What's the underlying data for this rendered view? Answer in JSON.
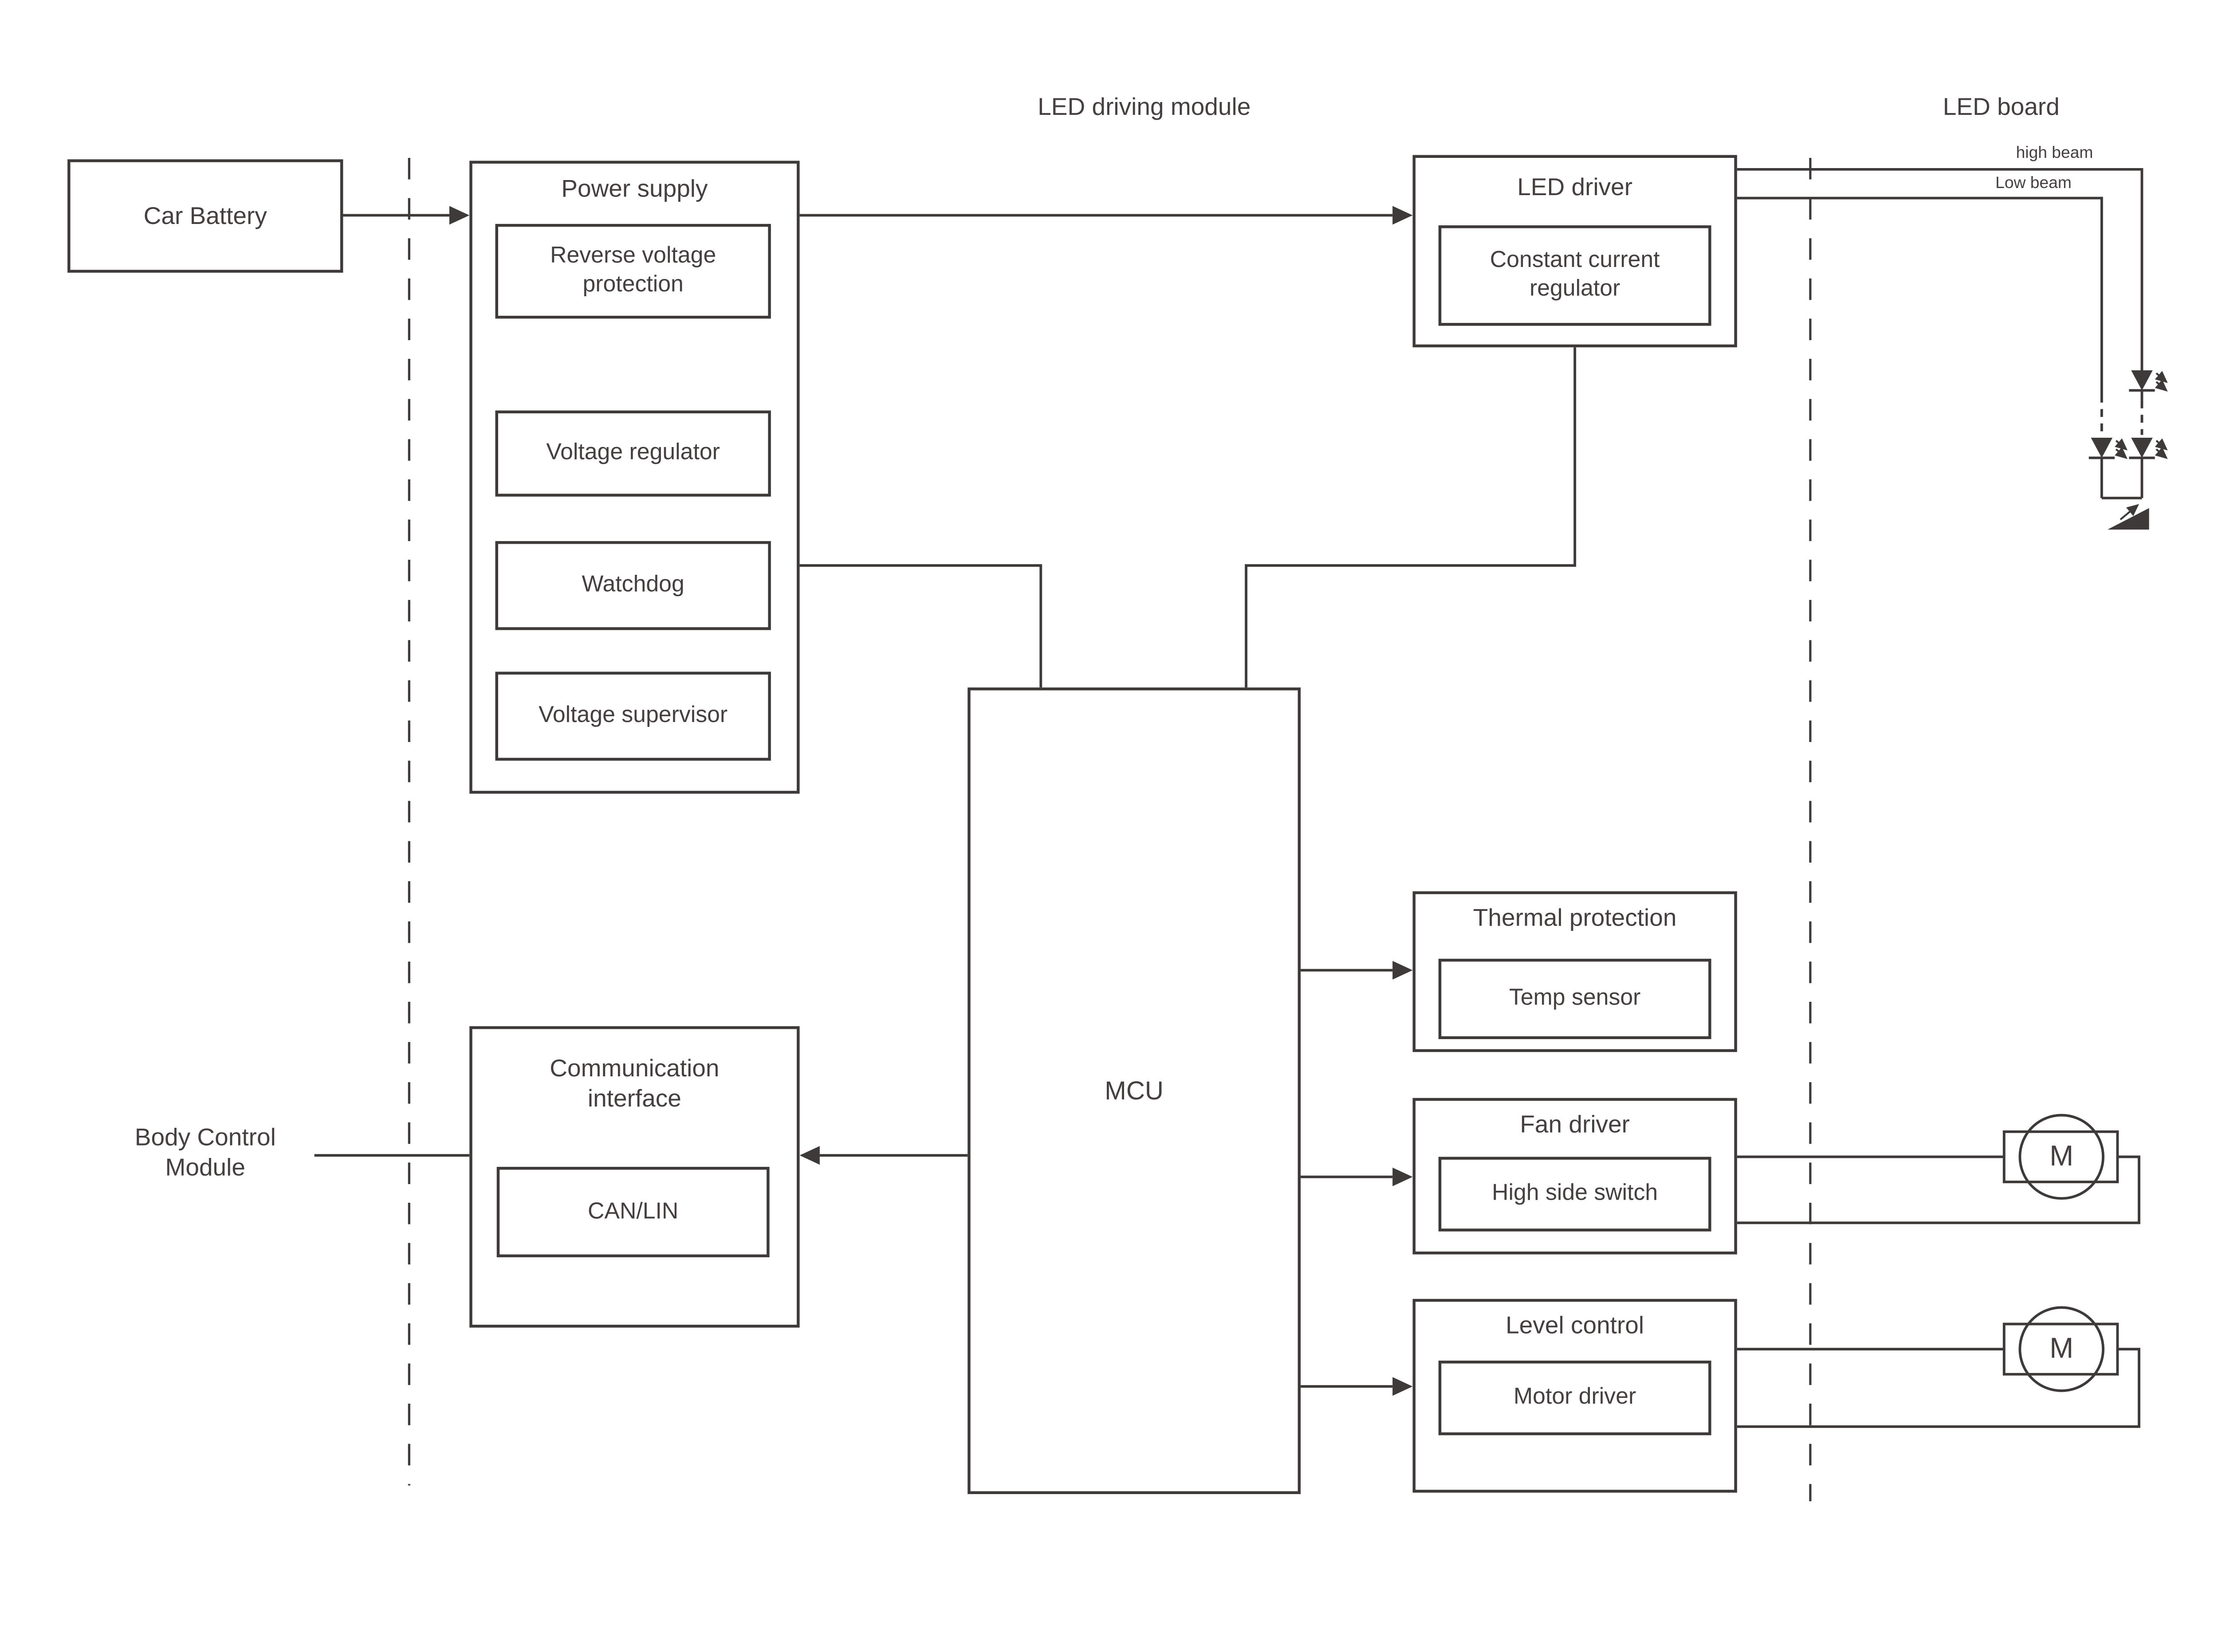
{
  "colors": {
    "ink": "#3e3a3a",
    "background": "#ffffff"
  },
  "section_titles": {
    "led_driving_module": "LED driving module",
    "led_board": "LED board"
  },
  "external": {
    "car_battery": "Car Battery",
    "body_control_module": "Body Control Module"
  },
  "power_supply": {
    "title": "Power supply",
    "blocks": [
      "Reverse voltage protection",
      "Voltage regulator",
      "Watchdog",
      "Voltage supervisor"
    ]
  },
  "mcu": {
    "label": "MCU"
  },
  "led_driver": {
    "title": "LED driver",
    "block": "Constant current regulator"
  },
  "thermal_protection": {
    "title": "Thermal protection",
    "block": "Temp sensor"
  },
  "fan_driver": {
    "title": "Fan driver",
    "block": "High side switch"
  },
  "level_control": {
    "title": "Level control",
    "block": "Motor driver"
  },
  "communication_interface": {
    "title": "Communication interface",
    "block": "CAN/LIN"
  },
  "led_board": {
    "high_beam_label": "high beam",
    "low_beam_label": "Low beam"
  },
  "motors": {
    "fan_motor_label": "M",
    "leveling_motor_label": "M"
  }
}
